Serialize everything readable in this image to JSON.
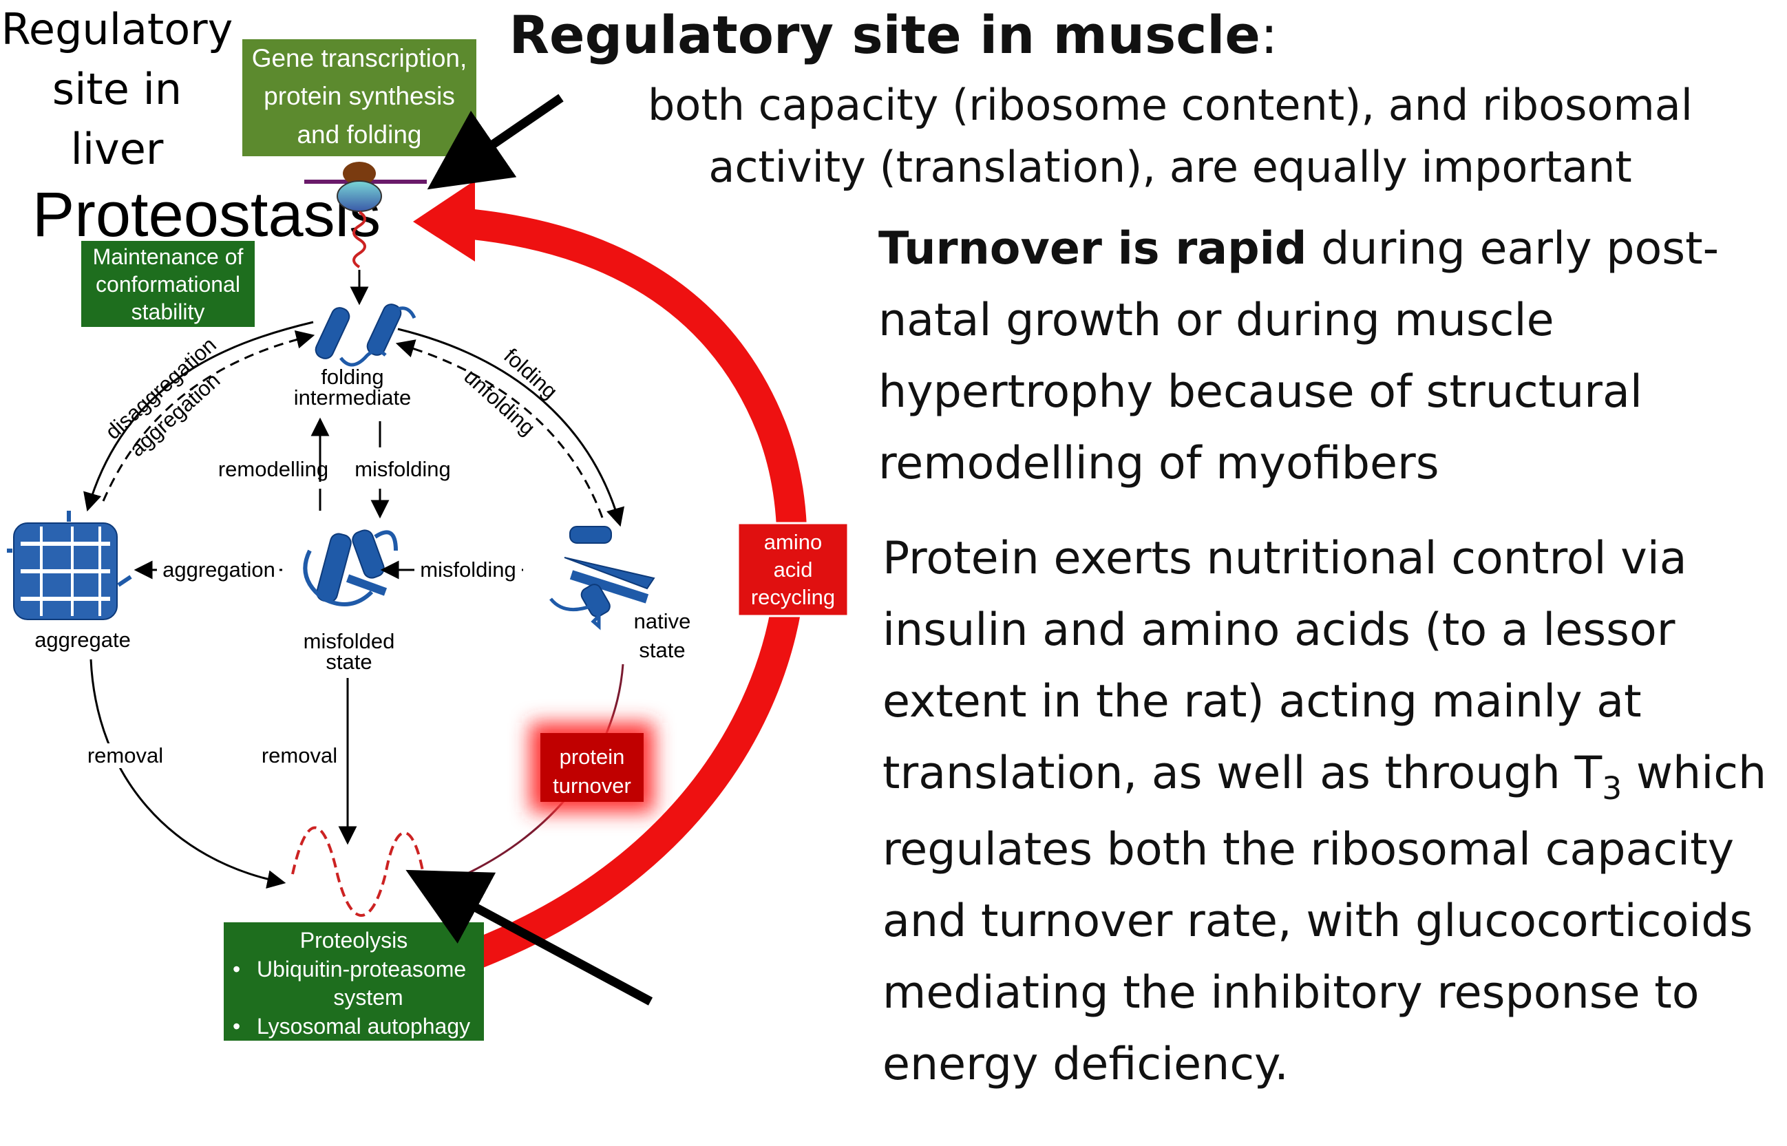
{
  "colors": {
    "dark_green": "#1e6e1e",
    "olive_green": "#5c8a2e",
    "red": "#ee1111",
    "protein_blue": "#1f5aa8",
    "maroon": "#7a1a30"
  },
  "diagram": {
    "gene_box": [
      "Gene transcription,",
      "protein synthesis",
      "and folding"
    ],
    "maintenance_box": [
      "Maintenance of",
      "conformational",
      "stability"
    ],
    "folding_intermediate": [
      "folding",
      "intermediate"
    ],
    "aggregate": "aggregate",
    "misfolded_state": [
      "misfolded",
      "state"
    ],
    "native_state": [
      "native",
      "state"
    ],
    "disaggregation": "disaggregation",
    "aggregation_arc": "aggregation",
    "folding": "folding",
    "unfolding": "unfolding",
    "remodelling": "remodelling",
    "misfolding_vertical": "misfolding",
    "aggregation_horizontal": "aggregation",
    "misfolding_horizontal": "misfolding",
    "removal_left": "removal",
    "removal_center": "removal",
    "amino_acid_box": [
      "amino",
      "acid",
      "recycling"
    ],
    "protein_turnover_box": [
      "protein",
      "turnover"
    ],
    "proteolysis_box": {
      "title": "Proteolysis",
      "bullet1": [
        "Ubiquitin-proteasome",
        "system"
      ],
      "bullet2": "Lysosomal autophagy"
    },
    "liver_label": [
      "Regulatory",
      "site in liver"
    ],
    "proteostasis": "Proteostasis"
  },
  "text_panel": {
    "heading_bold": "Regulatory site in muscle",
    "heading_rest": ":",
    "muscle_line1": "both capacity (ribosome content), and ribosomal",
    "muscle_line2": "activity (translation), are equally important",
    "turnover_bold": "Turnover is rapid",
    "turnover_rest": " during early post-natal growth or during muscle hypertrophy because of structural remodelling of myofibers",
    "protein_main": "Protein exerts nutritional control via insulin and amino acids  (to a lessor extent in the rat) acting mainly at translation, as well as through T",
    "protein_subscript": "3",
    "protein_tail": " which regulates both the ribosomal capacity  and turnover rate, with glucocorticoids mediating the inhibitory response to energy deficiency."
  }
}
